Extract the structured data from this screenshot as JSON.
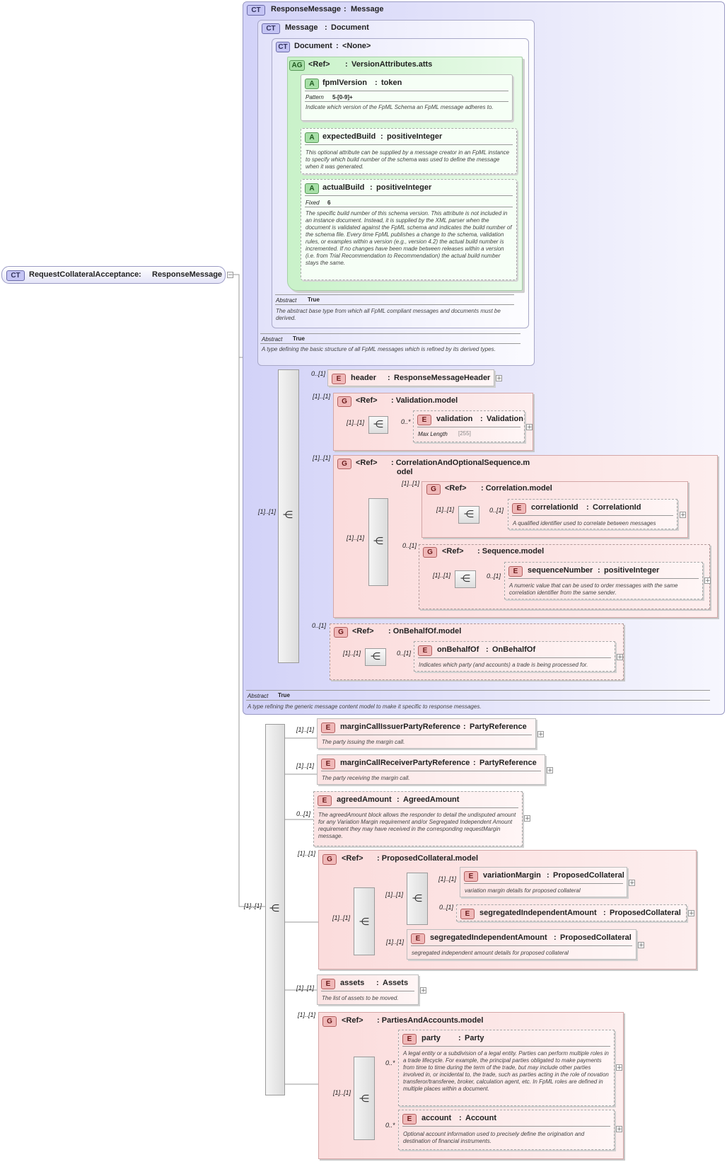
{
  "root": {
    "badge": "CT",
    "name": "RequestCollateralAcceptance",
    "type": "ResponseMessage"
  },
  "responseMessage": {
    "badge": "CT",
    "name": "ResponseMessage",
    "type": "Message",
    "abstract_key": "Abstract",
    "abstract_value": "True",
    "doc": "A type refining the generic message content model to make it specific to response messages."
  },
  "message": {
    "badge": "CT",
    "name": "Message",
    "type": "Document",
    "abstract_key": "Abstract",
    "abstract_value": "True",
    "doc": "A type defining the basic structure of all FpML messages which is refined by its derived types."
  },
  "document": {
    "badge": "CT",
    "name": "Document",
    "type": "<None>",
    "abstract_key": "Abstract",
    "abstract_value": "True",
    "doc": "The abstract base type from which all FpML compliant messages and documents must be derived."
  },
  "versionAttrs": {
    "badge": "AG",
    "ref": "<Ref>",
    "name": "VersionAttributes.atts",
    "fpmlVersion": {
      "badge": "A",
      "name": "fpmlVersion",
      "type": "token",
      "key": "Pattern",
      "value": "5-[0-9]+",
      "doc": "Indicate which version of the FpML Schema an FpML message adheres to."
    },
    "expectedBuild": {
      "badge": "A",
      "name": "expectedBuild",
      "type": "positiveInteger",
      "doc": "This optional attribute can be supplied by a message creator in an FpML instance to specify which build number of the schema was used to define the message when it was generated."
    },
    "actualBuild": {
      "badge": "A",
      "name": "actualBuild",
      "type": "positiveInteger",
      "key": "Fixed",
      "value": "6",
      "doc": "The specific build number of this schema version. This attribute is not included in an instance document. Instead, it is supplied by the XML parser when the document is validated against the FpML schema and indicates the build number of the schema file. Every time FpML publishes a change to the schema, validation rules, or examples within a version (e.g., version 4.2) the actual build number is incremented. If no changes have been made between releases within a version (i.e. from Trial Recommendation to Recommendation) the actual build number stays the same."
    }
  },
  "header": {
    "badge": "E",
    "name": "header",
    "type": "ResponseMessageHeader",
    "card": "0..[1]"
  },
  "validationModel": {
    "badge": "G",
    "ref": "<Ref>",
    "name": "Validation.model",
    "card": "[1]..[1]",
    "seq_card": "[1]..[1]",
    "validation": {
      "badge": "E",
      "name": "validation",
      "type": "Validation",
      "card": "0..*",
      "key": "Max Length",
      "value": "[255]"
    }
  },
  "corrSeqModel": {
    "badge": "G",
    "ref": "<Ref>",
    "name_line1": ": CorrelationAndOptionalSequence.m",
    "name_line2": "odel",
    "card": "[1]..[1]",
    "seq_card": "[1]..[1]",
    "correlationModel": {
      "badge": "G",
      "ref": "<Ref>",
      "name": "Correlation.model",
      "card": "[1]..[1]",
      "seq_card": "[1]..[1]",
      "correlationId": {
        "badge": "E",
        "name": "correlationId",
        "type": "CorrelationId",
        "card": "0..[1]",
        "doc": "A qualified identifier used to correlate between messages"
      }
    },
    "sequenceModel": {
      "badge": "G",
      "ref": "<Ref>",
      "name": "Sequence.model",
      "card": "0..[1]",
      "seq_card": "[1]..[1]",
      "sequenceNumber": {
        "badge": "E",
        "name": "sequenceNumber",
        "type": "positiveInteger",
        "card": "0..[1]",
        "doc": "A numeric value that can be used to order messages with the same correlation identifier from the same sender."
      }
    }
  },
  "onBehalfOfModel": {
    "badge": "G",
    "ref": "<Ref>",
    "name": "OnBehalfOf.model",
    "card": "0..[1]",
    "seq_card": "[1]..[1]",
    "onBehalfOf": {
      "badge": "E",
      "name": "onBehalfOf",
      "type": "OnBehalfOf",
      "card": "0..[1]",
      "doc": "Indicates which party (and accounts) a trade is being processed for."
    }
  },
  "outerSeq1_card": "[1]..[1]",
  "outerSeq2_card": "[1]..[1]",
  "marginCallIssuer": {
    "badge": "E",
    "name": "marginCallIssuerPartyReference",
    "type": "PartyReference",
    "card": "[1]..[1]",
    "doc": "The party issuing the margin call."
  },
  "marginCallReceiver": {
    "badge": "E",
    "name": "marginCallReceiverPartyReference",
    "type": "PartyReference",
    "card": "[1]..[1]",
    "doc": "The party receiving the margin call."
  },
  "agreedAmount": {
    "badge": "E",
    "name": "agreedAmount",
    "type": "AgreedAmount",
    "card": "0..[1]",
    "doc": "The agreedAmount block allows the responder to detail the undisputed amount for any Variation Margin requirement and/or Segregated Independent Amount requirement they may have received in the corresponding requestMargin message."
  },
  "proposedCollateralModel": {
    "badge": "G",
    "ref": "<Ref>",
    "name": "ProposedCollateral.model",
    "card": "[1]..[1]",
    "seq_card": "[1]..[1]",
    "inner_seq_card": "[1]..[1]",
    "variationMargin": {
      "badge": "E",
      "name": "variationMargin",
      "type": "ProposedCollateral",
      "card": "[1]..[1]",
      "doc": "variation margin details for proposed collateral"
    },
    "segregatedOpt": {
      "badge": "E",
      "name": "segregatedIndependentAmount",
      "type": "ProposedCollateral",
      "card": "0..[1]"
    },
    "segregated": {
      "badge": "E",
      "name": "segregatedIndependentAmount",
      "type": "ProposedCollateral",
      "card": "[1]..[1]",
      "doc": "segregated independent amount details for proposed collateral"
    }
  },
  "assets": {
    "badge": "E",
    "name": "assets",
    "type": "Assets",
    "card": "[1]..[1]",
    "doc": "The list of assets to be moved."
  },
  "partiesModel": {
    "badge": "G",
    "ref": "<Ref>",
    "name": "PartiesAndAccounts.model",
    "card": "[1]..[1]",
    "seq_card": "[1]..[1]",
    "party": {
      "badge": "E",
      "name": "party",
      "type": "Party",
      "card": "0..*",
      "doc": "A legal entity or a subdivision of a legal entity. Parties can perform multiple roles in a trade lifecycle. For example, the principal parties obligated to make payments from time to time during the term of the trade, but may include other parties involved in, or incidental to, the trade, such as parties acting in the role of novation transferor/transferee, broker, calculation agent, etc. In FpML roles are defined in multiple places within a document."
    },
    "account": {
      "badge": "E",
      "name": "account",
      "type": "Account",
      "card": "0..*",
      "doc": "Optional account information used to precisely define the origination and destination of financial instruments."
    }
  },
  "colors": {
    "blue_panel": "#d2d2f8",
    "green_panel": "#c9f2c9",
    "pink_panel": "#fbdcdc",
    "connector": "#9a9a9a"
  }
}
